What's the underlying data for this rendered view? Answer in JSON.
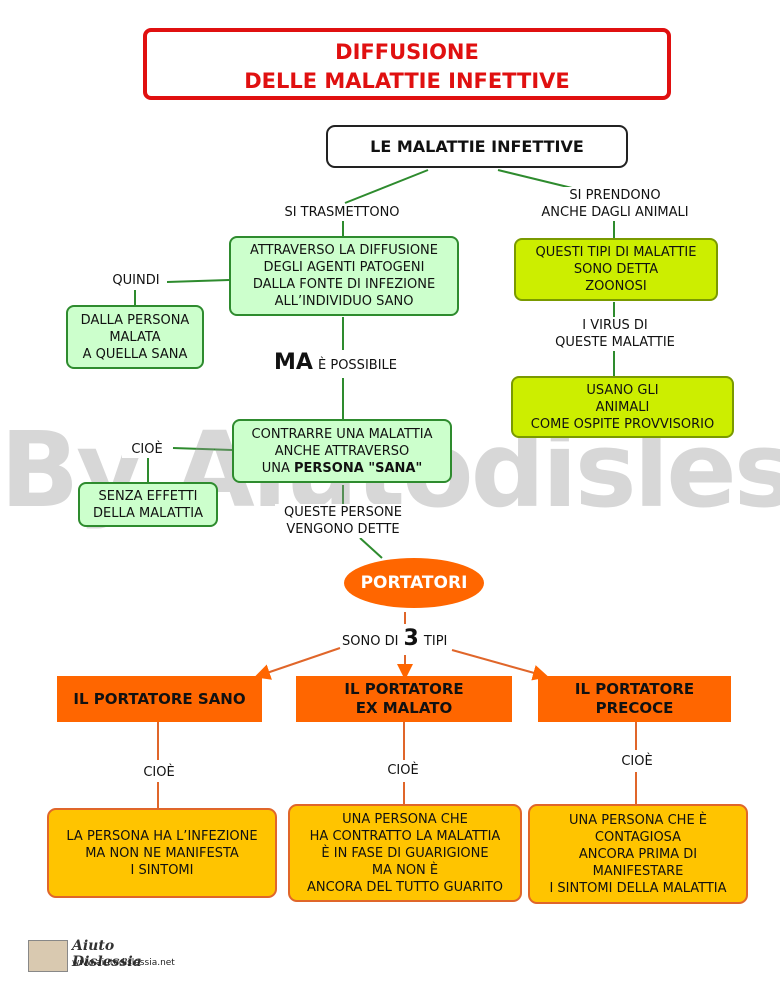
{
  "title": {
    "line1": "DIFFUSIONE",
    "line2": "DELLE MALATTIE INFETTIVE"
  },
  "root": "LE MALATTIE INFETTIVE",
  "labels": {
    "si_trasmettono": "SI TRASMETTONO",
    "si_prendono_1": "SI PRENDONO",
    "si_prendono_2": "ANCHE DAGLI ANIMALI",
    "quindi": "QUINDI",
    "ma": "MA",
    "e_possibile": "È POSSIBILE",
    "i_virus_1": "I VIRUS DI",
    "i_virus_2": "QUESTE MALATTIE",
    "cioe_left": "CIOÈ",
    "queste_persone_1": "QUESTE PERSONE",
    "queste_persone_2": "VENGONO DETTE",
    "sono_di": "SONO DI",
    "tre": "3",
    "tipi": "TIPI",
    "cioe_1": "CIOÈ",
    "cioe_2": "CIOÈ",
    "cioe_3": "CIOÈ"
  },
  "green_boxes": {
    "diffusione": [
      "ATTRAVERSO LA DIFFUSIONE",
      "DEGLI AGENTI PATOGENI",
      "DALLA FONTE DI INFEZIONE",
      "ALL’INDIVIDUO SANO"
    ],
    "persona": [
      "DALLA PERSONA",
      "MALATA",
      "A QUELLA SANA"
    ],
    "contrarre": {
      "line1": "CONTRARRE UNA MALATTIA",
      "line2": "ANCHE ATTRAVERSO",
      "line3_prefix": "UNA ",
      "line3_bold": "PERSONA \"SANA\""
    },
    "senza": [
      "SENZA EFFETTI",
      "DELLA MALATTIA"
    ]
  },
  "yellow_boxes": {
    "zoonosi": [
      "QUESTI TIPI DI MALATTIE",
      "SONO DETTA",
      "ZOONOSI"
    ],
    "ospite": [
      "USANO GLI",
      "ANIMALI",
      "COME OSPITE PROVVISORIO"
    ]
  },
  "portatori": "PORTATORI",
  "types": [
    {
      "title": [
        "IL PORTATORE SANO"
      ],
      "desc": [
        "LA PERSONA HA L’INFEZIONE",
        "MA NON NE MANIFESTA",
        "I SINTOMI"
      ]
    },
    {
      "title": [
        "IL  PORTATORE",
        "EX  MALATO"
      ],
      "desc": [
        "UNA PERSONA CHE",
        "HA CONTRATTO LA MALATTIA",
        "È IN FASE DI GUARIGIONE",
        "MA NON  È",
        "ANCORA DEL TUTTO GUARITO"
      ]
    },
    {
      "title": [
        "IL PORTATORE",
        "PRECOCE"
      ],
      "desc": [
        "UNA PERSONA CHE È",
        "CONTAGIOSA",
        "ANCORA PRIMA DI",
        "MANIFESTARE",
        "I SINTOMI DELLA MALATTIA"
      ]
    }
  ],
  "watermark": "By Aiutodislessia.net",
  "logo": {
    "title": "Aiuto Dislessia",
    "url": "www.aiutodislessia.net"
  },
  "colors": {
    "title_red": "#e01010",
    "green_fill": "#ccffcc",
    "green_border": "#2e8b2e",
    "lime_fill": "#ccee00",
    "orange": "#ff6600",
    "amber_fill": "#ffc400"
  }
}
